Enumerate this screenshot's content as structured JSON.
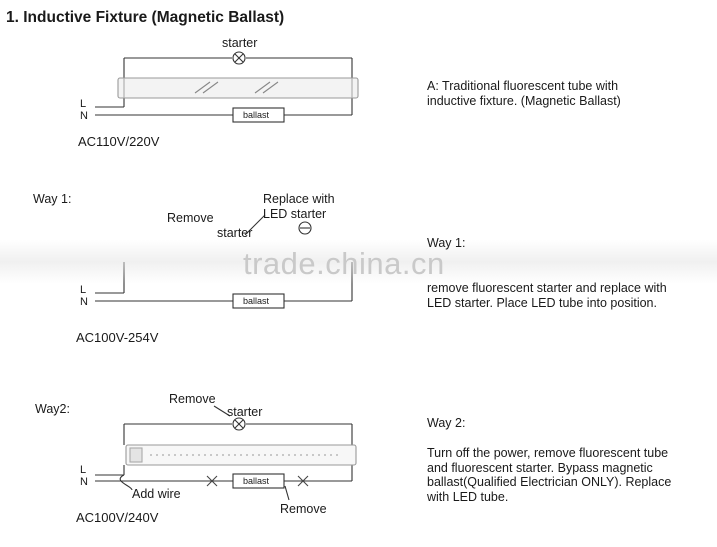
{
  "title": "1. Inductive Fixture (Magnetic Ballast)",
  "section1": {
    "starter_label": "starter",
    "ballast_label": "ballast",
    "l_label": "L",
    "n_label": "N",
    "voltage": "AC110V/220V",
    "desc": "A: Traditional fluorescent tube with\ninductive fixture. (Magnetic Ballast)"
  },
  "way1": {
    "heading": "Way 1:",
    "remove_label": "Remove",
    "starter_label": "starter",
    "replace_label": "Replace with\nLED starter",
    "ballast_label": "ballast",
    "l_label": "L",
    "n_label": "N",
    "voltage": "AC100V-254V",
    "desc_heading": "Way 1:",
    "desc": "remove fluorescent starter and replace with\nLED starter. Place LED tube into position."
  },
  "way2": {
    "heading": "Way2:",
    "remove_label": "Remove",
    "starter_label": "starter",
    "ballast_label": "ballast",
    "l_label": "L",
    "n_label": "N",
    "add_wire_label": "Add wire",
    "remove_ballast_label": "Remove",
    "voltage": "AC100V/240V",
    "desc_heading": "Way 2:",
    "desc": "Turn off the power, remove fluorescent tube\n and fluorescent starter. Bypass magnetic\n ballast(Qualified Electrician ONLY). Replace\n with LED tube."
  },
  "watermark": "trade.china.cn"
}
